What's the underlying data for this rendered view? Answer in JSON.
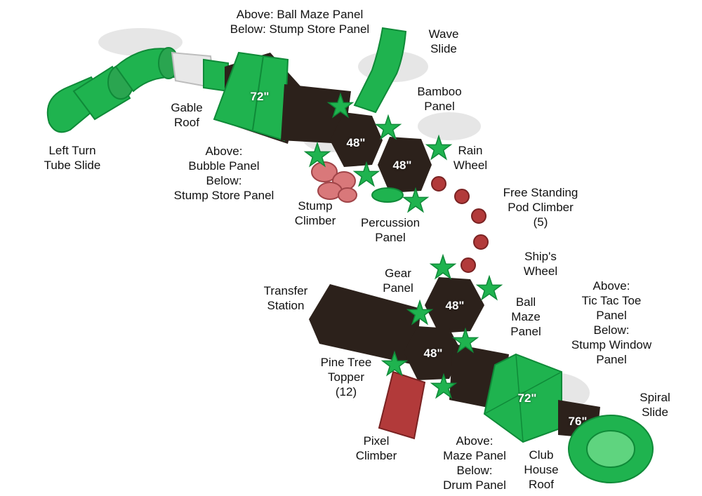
{
  "colors": {
    "green": "#1fb34f",
    "green_dark": "#0f8a38",
    "green_light": "#5fd47f",
    "deck_brown": "#2c211b",
    "red_climber": "#b23a3a",
    "pink_stump": "#d9787a",
    "tan": "#d8c8b0",
    "shadow": "#d3d3d3"
  },
  "labels": {
    "ball_maze_above": [
      "Above: Ball Maze Panel",
      "Below: Stump Store Panel"
    ],
    "wave_slide": [
      "Wave",
      "Slide"
    ],
    "bamboo_panel": [
      "Bamboo",
      "Panel"
    ],
    "gable_roof": [
      "Gable",
      "Roof"
    ],
    "left_turn_tube_slide": [
      "Left Turn",
      "Tube Slide"
    ],
    "bubble_panel": [
      "Above:",
      "Bubble Panel",
      "Below:",
      "Stump Store Panel"
    ],
    "rain_wheel": [
      "Rain",
      "Wheel"
    ],
    "free_standing_pod_climber": [
      "Free Standing",
      "Pod Climber",
      "(5)"
    ],
    "stump_climber": [
      "Stump",
      "Climber"
    ],
    "percussion_panel": [
      "Percussion",
      "Panel"
    ],
    "ships_wheel": [
      "Ship's",
      "Wheel"
    ],
    "gear_panel": [
      "Gear",
      "Panel"
    ],
    "transfer_station": [
      "Transfer",
      "Station"
    ],
    "ball_maze_panel": [
      "Ball",
      "Maze",
      "Panel"
    ],
    "tic_tac_toe": [
      "Above:",
      "Tic Tac Toe",
      "Panel",
      "Below:",
      "Stump Window",
      "Panel"
    ],
    "pine_tree_topper": [
      "Pine Tree",
      "Topper",
      "(12)"
    ],
    "spiral_slide": [
      "Spiral",
      "Slide"
    ],
    "pixel_climber": [
      "Pixel",
      "Climber"
    ],
    "maze_drum": [
      "Above:",
      "Maze Panel",
      "Below:",
      "Drum Panel"
    ],
    "club_house_roof": [
      "Club",
      "House",
      "Roof"
    ]
  },
  "heights": {
    "gable_roof_deck": "72\"",
    "deck_upper_left": "48\"",
    "deck_upper_right": "48\"",
    "deck_lower_top": "48\"",
    "deck_lower_bottom": "48\"",
    "club_house_deck": "72\"",
    "spiral_slide_deck": "76\""
  }
}
